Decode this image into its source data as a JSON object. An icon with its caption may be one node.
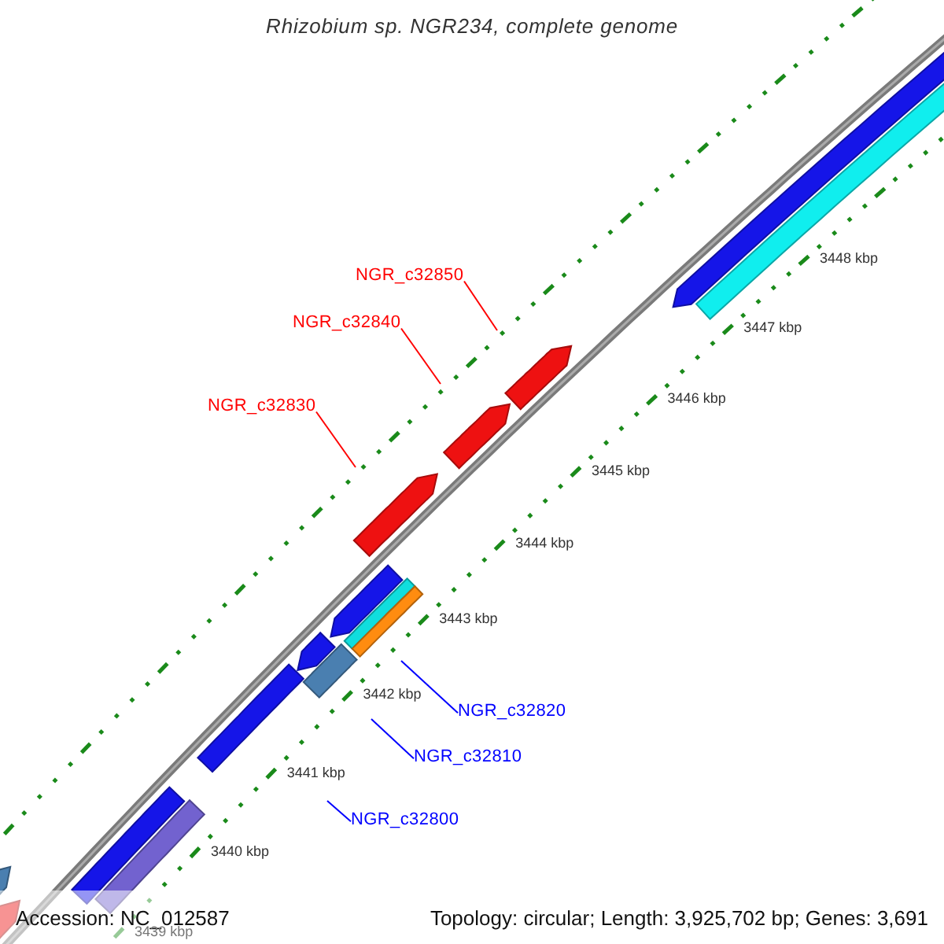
{
  "diagram": {
    "title": "Rhizobium sp. NGR234, complete genome",
    "nodes": [
      {
        "text": [
          "NGR_c32850"
        ]
      },
      {
        "text": [
          "NGR_c32840"
        ]
      },
      {
        "text": [
          "NGR_c32830"
        ]
      },
      {
        "text": [
          "NGR_c32820"
        ]
      },
      {
        "text": [
          "NGR_c32810"
        ]
      },
      {
        "text": [
          "NGR_c32800"
        ]
      }
    ],
    "edges": [
      {
        "from": 0,
        "to": null,
        "arrow": "none",
        "color": "#ff0000"
      },
      {
        "from": 1,
        "to": null,
        "arrow": "none",
        "color": "#ff0000"
      },
      {
        "from": 2,
        "to": null,
        "arrow": "none",
        "color": "#ff0000"
      },
      {
        "from": 3,
        "to": null,
        "arrow": "none",
        "color": "#0000ff"
      },
      {
        "from": 4,
        "to": null,
        "arrow": "none",
        "color": "#0000ff"
      },
      {
        "from": 5,
        "to": null,
        "arrow": "none",
        "color": "#0000ff"
      }
    ],
    "labels": [
      "3448 kbp",
      "3447 kbp",
      "3446 kbp",
      "3445 kbp",
      "3444 kbp",
      "3443 kbp",
      "3442 kbp",
      "3441 kbp",
      "3440 kbp",
      "3439 kbp",
      "Accession: NC_012587",
      "Topology: circular; Length: 3,925,702 bp; Genes: 3,691"
    ]
  }
}
